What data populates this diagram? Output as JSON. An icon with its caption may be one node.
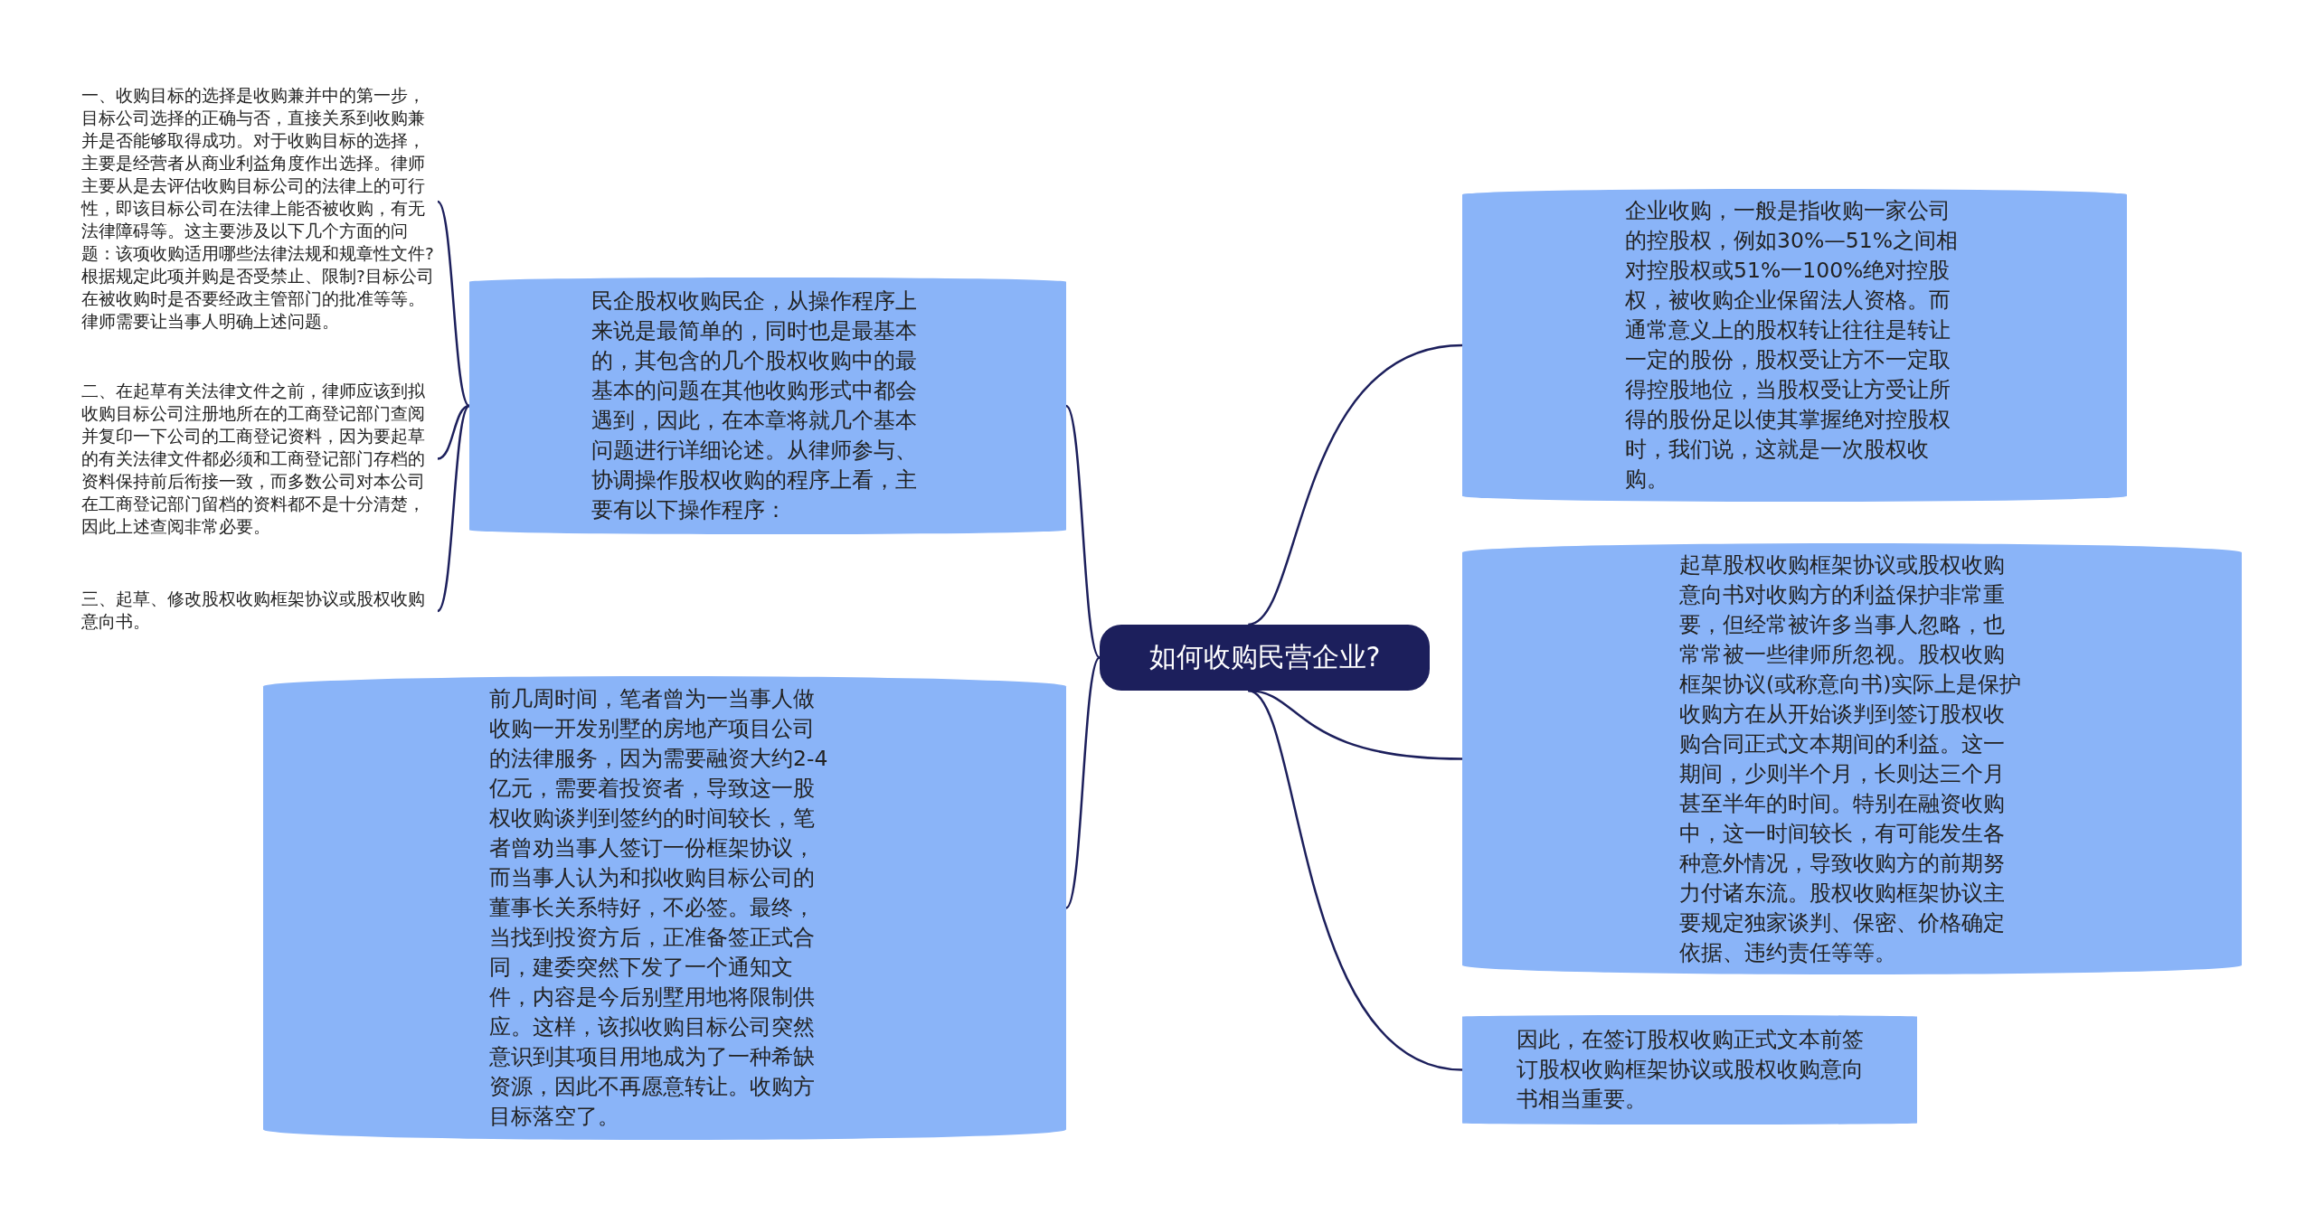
{
  "diagram": {
    "nodes": [
      {
        "text": [
          "如何收购民营企业?"
        ]
      },
      {
        "text": [
          "民企股权收购民企，从操作程序上来说是最简单的，同时也是最基本的，其包含的几个股权收购中的最基本的问题在其他收购形式中都会遇到，因此，在本章将就几个基本问题进行详细论述。从律师参与、协调操作股权收购的程序上看，主要有以下操作程序："
        ]
      },
      {
        "text": [
          "一、收购目标的选择是收购兼并中的第一步，目标公司选择的正确与否，直接关系到收购兼并是否能够取得成功。对于收购目标的选择，主要是经营者从商业利益角度作出选择。律师主要从是去评估收购目标公司的法律上的可行性，即该目标公司在法律上能否被收购，有无法律障碍等。这主要涉及以下几个方面的问题：该项收购适用哪些法律法规和规章性文件?根据规定此项并购是否受禁止、限制?目标公司在被收购时是否要经政主管部门的批准等等。律师需要让当事人明确上述问题。"
        ]
      },
      {
        "text": [
          "二、在起草有关法律文件之前，律师应该到拟收购目标公司注册地所在的工商登记部门查阅并复印一下公司的工商登记资料，因为要起草的有关法律文件都必须和工商登记部门存档的资料保持前后衔接一致，而多数公司对本公司在工商登记部门留档的资料都不是十分清楚，因此上述查阅非常必要。"
        ]
      },
      {
        "text": [
          "三、起草、修改股权收购框架协议或股权收购意向书。"
        ]
      },
      {
        "text": [
          "前几周时间，笔者曾为一当事人做收购一开发别墅的房地产项目公司的法律服务，因为需要融资大约2-4亿元，需要着投资者，导致这一股权收购谈判到签约的时间较长，笔者曾劝当事人签订一份框架协议，而当事人认为和拟收购目标公司的董事长关系特好，不必签。最终，当找到投资方后，正准备签正式合同，建委突然下发了一个通知文件，内容是今后别墅用地将限制供应。这样，该拟收购目标公司突然意识到其项目用地成为了一种希缺资源，因此不再愿意转让。收购方目标落空了。"
        ]
      },
      {
        "text": [
          "企业收购，一般是指收购一家公司的控股权，例如30%—51%之间相对控股权或51%一100%绝对控股权，被收购企业保留法人资格。而通常意义上的股权转让往往是转让一定的股份，股权受让方不一定取得控股地位，当股权受让方受让所得的股份足以使其掌握绝对控股权时，我们说，这就是一次股权收购。"
        ]
      },
      {
        "text": [
          "起草股权收购框架协议或股权收购意向书对收购方的利益保护非常重要，但经常被许多当事人忽略，也常常被一些律师所忽视。股权收购框架协议(或称意向书)实际上是保护收购方在从开始谈判到签订股权收购合同正式文本期间的利益。这一期间，少则半个月，长则达三个月甚至半年的时间。特别在融资收购中，这一时间较长，有可能发生各种意外情况，导致收购方的前期努力付诸东流。股权收购框架协议主要规定独家谈判、保密、价格确定依据、违约责任等等。"
        ]
      },
      {
        "text": [
          "因此，在签订股权收购正式文本前签订股权收购框架协议或股权收购意向书相当重要。"
        ]
      }
    ],
    "edges": [
      {
        "from": 0,
        "to": 1,
        "arrow": "none"
      },
      {
        "from": 1,
        "to": 2,
        "arrow": "none"
      },
      {
        "from": 1,
        "to": 3,
        "arrow": "none"
      },
      {
        "from": 1,
        "to": 4,
        "arrow": "none"
      },
      {
        "from": 0,
        "to": 5,
        "arrow": "none"
      },
      {
        "from": 0,
        "to": 6,
        "arrow": "none"
      },
      {
        "from": 0,
        "to": 7,
        "arrow": "none"
      },
      {
        "from": 0,
        "to": 8,
        "arrow": "none"
      }
    ]
  }
}
